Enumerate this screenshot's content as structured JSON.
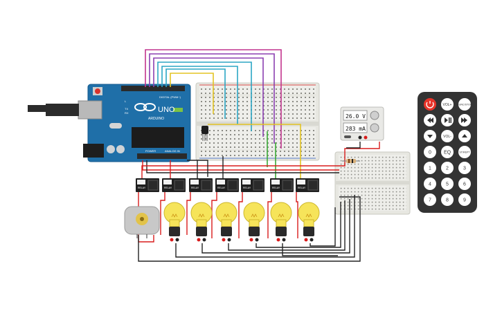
{
  "arduino": {
    "brand": "ARDUINO",
    "model": "UNO",
    "header_label": "DIGITAL (PWM~)",
    "power_label": "POWER",
    "analog_label": "ANALOG IN",
    "tx_label": "TX",
    "rx_label": "RX",
    "l_label": "L"
  },
  "power_supply": {
    "voltage": "26.0 V",
    "current": "283 mA"
  },
  "relays": [
    {
      "label": "RELAY"
    },
    {
      "label": "RELAY"
    },
    {
      "label": "RELAY"
    },
    {
      "label": "RELAY"
    },
    {
      "label": "RELAY"
    },
    {
      "label": "RELAY"
    },
    {
      "label": "RELAY"
    }
  ],
  "remote": {
    "buttons": [
      {
        "label": "",
        "icon": "power-icon"
      },
      {
        "label": "VOL+"
      },
      {
        "label": "FUNC/STOP"
      },
      {
        "label": "",
        "icon": "rewind-icon"
      },
      {
        "label": "",
        "icon": "play-pause-icon"
      },
      {
        "label": "",
        "icon": "fast-forward-icon"
      },
      {
        "label": "",
        "icon": "down-icon"
      },
      {
        "label": "VOL-"
      },
      {
        "label": "",
        "icon": "up-icon"
      },
      {
        "label": "0"
      },
      {
        "label": "EQ"
      },
      {
        "label": "ST/REPT"
      },
      {
        "label": "1"
      },
      {
        "label": "2"
      },
      {
        "label": "3"
      },
      {
        "label": "4"
      },
      {
        "label": "5"
      },
      {
        "label": "6"
      },
      {
        "label": "7"
      },
      {
        "label": "8"
      },
      {
        "label": "9"
      }
    ]
  },
  "colors": {
    "arduino_blue": "#1f6fa8",
    "wire_red": "#d81b1b",
    "wire_black": "#222222",
    "bulb_yellow": "#f6e45a",
    "remote_body": "#333333",
    "remote_power": "#e8342a"
  }
}
